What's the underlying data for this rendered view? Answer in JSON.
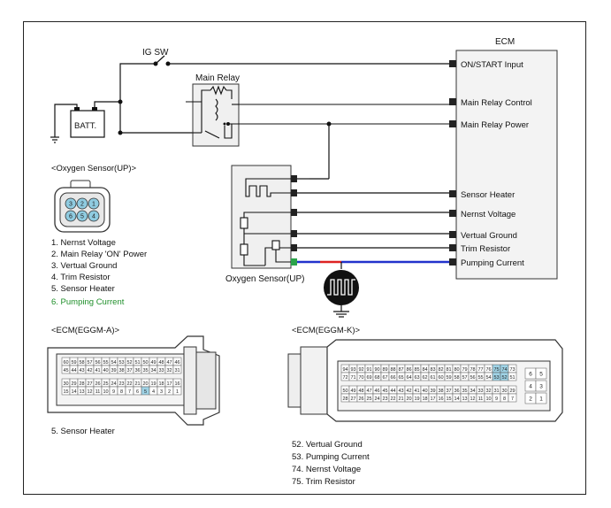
{
  "diagram": {
    "ecm_title": "ECM",
    "ig_sw": "IG SW",
    "main_relay": "Main Relay",
    "battery": "BATT.",
    "ecm_pins": [
      "ON/START Input",
      "Main Relay Control",
      "Main Relay Power",
      "Sensor Heater",
      "Nernst Voltage",
      "Vertual Ground",
      "Trim Resistor",
      "Pumping Current"
    ],
    "sensor_label": "Oxygen Sensor(UP)"
  },
  "connector_sensor": {
    "title": "<Oxygen Sensor(UP)>",
    "pins_top": [
      "3",
      "2",
      "1"
    ],
    "pins_bottom": [
      "6",
      "5",
      "4"
    ],
    "legend": [
      "1. Nernst Voltage",
      "2. Main Relay 'ON' Power",
      "3. Vertual Ground",
      "4. Trim Resistor",
      "5. Sensor Heater",
      "6. Pumping Current"
    ]
  },
  "connector_a": {
    "title": "<ECM(EGGM-A)>",
    "row1": [
      "60",
      "59",
      "58",
      "57",
      "56",
      "55",
      "54",
      "53",
      "52",
      "51",
      "50",
      "49",
      "48",
      "47",
      "46"
    ],
    "row2": [
      "45",
      "44",
      "43",
      "42",
      "41",
      "40",
      "39",
      "38",
      "37",
      "36",
      "35",
      "34",
      "33",
      "32",
      "31"
    ],
    "row3": [
      "30",
      "29",
      "28",
      "27",
      "26",
      "25",
      "24",
      "23",
      "22",
      "21",
      "20",
      "19",
      "18",
      "17",
      "16"
    ],
    "row4": [
      "15",
      "14",
      "13",
      "12",
      "11",
      "10",
      "9",
      "8",
      "7",
      "6",
      "5",
      "4",
      "3",
      "2",
      "1"
    ],
    "legend": [
      "5. Sensor Heater"
    ]
  },
  "connector_k": {
    "title": "<ECM(EGGM-K)>",
    "row1": [
      "94",
      "93",
      "92",
      "91",
      "90",
      "89",
      "88",
      "87",
      "86",
      "85",
      "84",
      "83",
      "82",
      "81",
      "80",
      "79",
      "78",
      "77",
      "76",
      "75",
      "74",
      "73"
    ],
    "row2": [
      "72",
      "71",
      "70",
      "69",
      "68",
      "67",
      "66",
      "65",
      "64",
      "63",
      "62",
      "61",
      "60",
      "59",
      "58",
      "57",
      "56",
      "55",
      "54",
      "53",
      "52",
      "51"
    ],
    "row3": [
      "50",
      "49",
      "48",
      "47",
      "46",
      "45",
      "44",
      "43",
      "42",
      "41",
      "40",
      "39",
      "38",
      "37",
      "36",
      "35",
      "34",
      "33",
      "32",
      "31",
      "30",
      "29"
    ],
    "row4": [
      "28",
      "27",
      "26",
      "25",
      "24",
      "23",
      "22",
      "21",
      "20",
      "19",
      "18",
      "17",
      "16",
      "15",
      "14",
      "13",
      "12",
      "11",
      "10",
      "9",
      "8",
      "7"
    ],
    "side_top": [
      "6",
      "5",
      "4",
      "3"
    ],
    "side_bottom": [
      "2",
      "1"
    ],
    "legend": [
      "52. Vertual Ground",
      "53. Pumping Current",
      "74. Nernst Voltage",
      "75. Trim Resistor"
    ]
  },
  "colors": {
    "wire": "#111111",
    "pin_highlight": "#9fd3e6",
    "pump_wire_blue": "#2233cc",
    "pump_wire_red": "#dd2222",
    "pump_label_green": "#1f8f2a"
  }
}
